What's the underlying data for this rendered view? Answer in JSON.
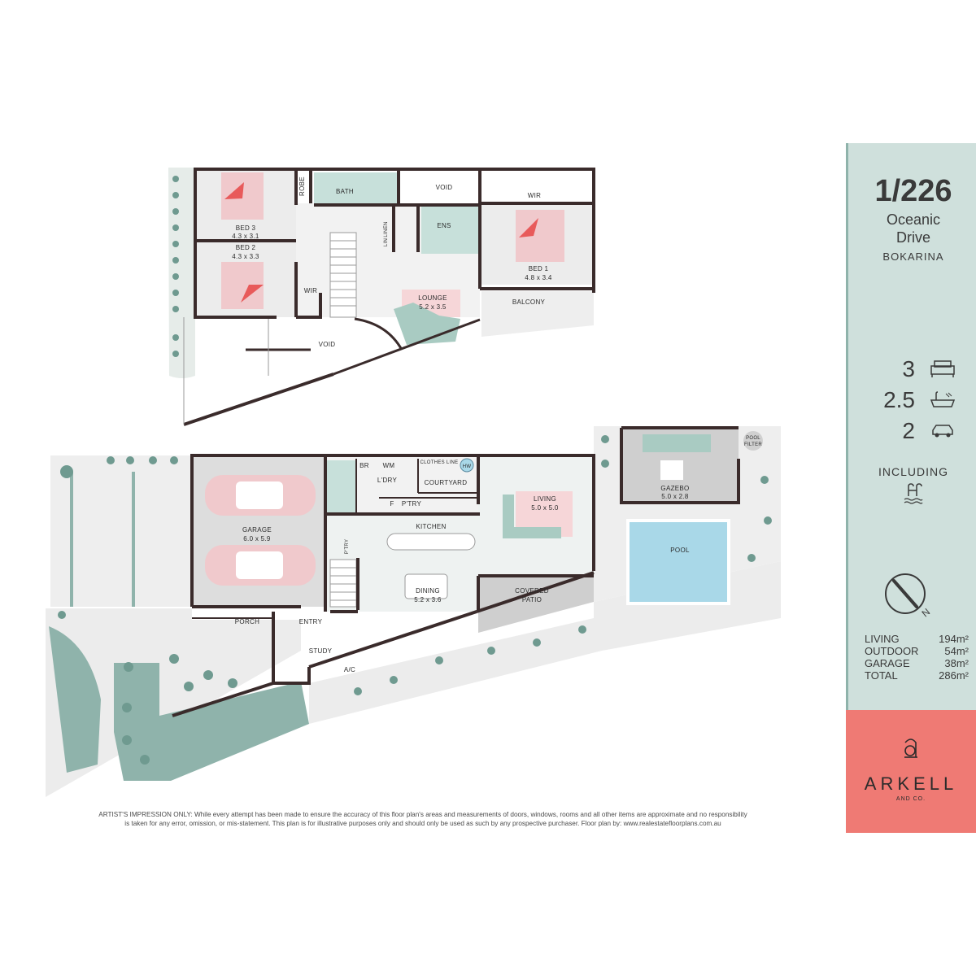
{
  "rooms": {
    "robe": "ROBE",
    "bath": "BATH",
    "void_upper": "VOID",
    "wir_upper": "WIR",
    "bed3": {
      "name": "BED 3",
      "size": "4.3 x 3.1"
    },
    "bed2": {
      "name": "BED 2",
      "size": "4.3 x 3.3"
    },
    "lin": "LIN",
    "linen": "LINEN",
    "ens": "ENS",
    "bed1": {
      "name": "BED 1",
      "size": "4.8 x 3.4"
    },
    "wir_bed2": "WIR",
    "lounge": {
      "name": "LOUNGE",
      "size": "5.2 x 3.5"
    },
    "balcony": "BALCONY",
    "void_lower": "VOID",
    "br": "BR",
    "wm": "WM",
    "clothes_line": "CLOTHES LINE",
    "hw": "HW",
    "ldry": "L'DRY",
    "courtyard": "COURTYARD",
    "f": "F",
    "ptry": "P'TRY",
    "ptry2": "P'TRY",
    "living": {
      "name": "LIVING",
      "size": "5.0 x 5.0"
    },
    "garage": {
      "name": "GARAGE",
      "size": "6.0 x 5.9"
    },
    "kitchen": "KITCHEN",
    "dining": {
      "name": "DINING",
      "size": "5.2 x 3.6"
    },
    "covered_patio": {
      "line1": "COVERED",
      "line2": "PATIO"
    },
    "gazebo": {
      "name": "GAZEBO",
      "size": "5.0 x 2.8"
    },
    "pool_filter": {
      "line1": "POOL",
      "line2": "FILTER"
    },
    "pool": "POOL",
    "porch": "PORCH",
    "entry": "ENTRY",
    "study": "STUDY",
    "ac": "A/C"
  },
  "panel": {
    "address_number": "1/226",
    "street_line1": "Oceanic",
    "street_line2": "Drive",
    "suburb": "BOKARINA",
    "bedrooms": "3",
    "bathrooms": "2.5",
    "cars": "2",
    "including": "INCLUDING",
    "areas": [
      {
        "label": "LIVING",
        "value": "194m²"
      },
      {
        "label": "OUTDOOR",
        "value": "54m²"
      },
      {
        "label": "GARAGE",
        "value": "38m²"
      },
      {
        "label": "TOTAL",
        "value": "286m²"
      }
    ],
    "brand": "ARKELL",
    "brand_sub": "AND CO.",
    "compass_letter": "N",
    "colors": {
      "panel_top": "#cfe0dc",
      "panel_bottom": "#ef7a74"
    }
  },
  "disclaimer": {
    "line1": "ARTIST'S IMPRESSION ONLY: While every attempt has been made to ensure the accuracy of this floor plan's areas and measurements of doors, windows, rooms and all other items are approximate and no responsibility",
    "line2": "is taken for any error, omission, or mis-statement. This plan is for illustrative purposes only and should only be used as such by any prospective purchaser. Floor plan by: www.realestatefloorplans.com.au"
  }
}
